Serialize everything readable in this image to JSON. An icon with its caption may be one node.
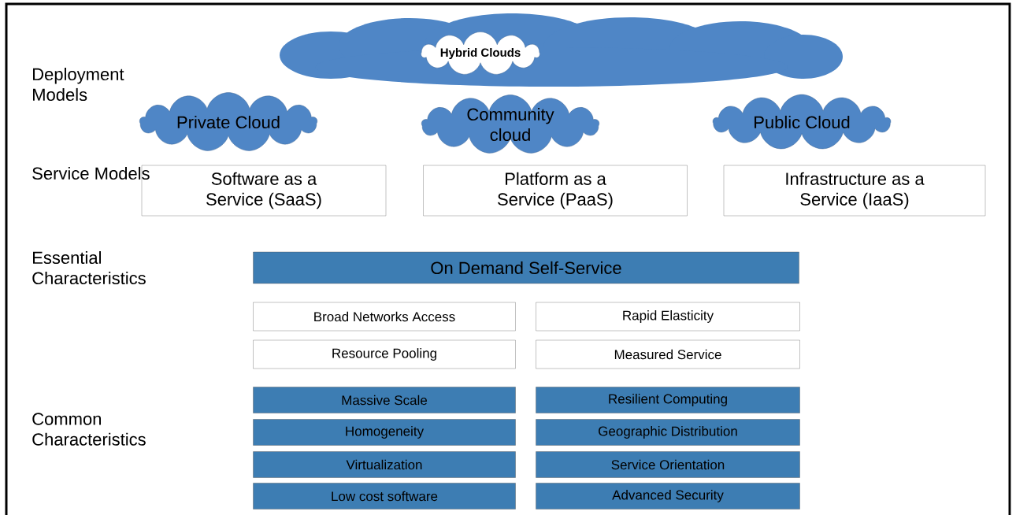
{
  "diagram": {
    "nodes": [
      {
        "text": [
          "Hybrid Clouds"
        ]
      },
      {
        "text": [
          "Private Cloud"
        ]
      },
      {
        "text": [
          "Community cloud"
        ]
      },
      {
        "text": [
          "Public Cloud"
        ]
      },
      {
        "text": [
          "Software as a Service (SaaS)"
        ]
      },
      {
        "text": [
          "Platform as a Service (PaaS)"
        ]
      },
      {
        "text": [
          "Infrastructure as a Service (IaaS)"
        ]
      },
      {
        "text": [
          "On Demand Self-Service"
        ]
      },
      {
        "text": [
          "Broad Networks Access"
        ]
      },
      {
        "text": [
          "Rapid Elasticity"
        ]
      },
      {
        "text": [
          "Resource Pooling"
        ]
      },
      {
        "text": [
          "Measured Service"
        ]
      },
      {
        "text": [
          "Massive Scale"
        ]
      },
      {
        "text": [
          "Resilient Computing"
        ]
      },
      {
        "text": [
          "Homogeneity"
        ]
      },
      {
        "text": [
          "Geographic Distribution"
        ]
      },
      {
        "text": [
          "Virtualization"
        ]
      },
      {
        "text": [
          "Service Orientation"
        ]
      },
      {
        "text": [
          "Low cost software"
        ]
      },
      {
        "text": [
          "Advanced Security"
        ]
      }
    ],
    "labels": [
      "Deployment Models",
      "Service Models",
      "Essential Characteristics",
      "Common Characteristics"
    ]
  }
}
